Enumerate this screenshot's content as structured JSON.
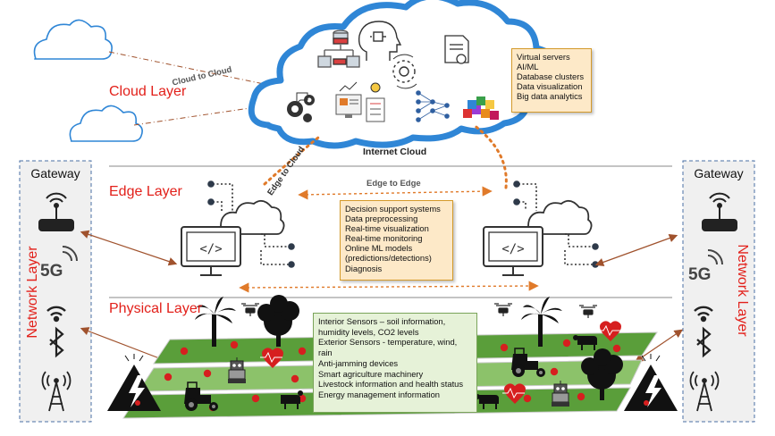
{
  "layers": {
    "cloud": "Cloud Layer",
    "edge": "Edge Layer",
    "physical": "Physical Layer",
    "network": "Network Layer"
  },
  "gateway": {
    "left_title": "Gateway",
    "right_title": "Gateway",
    "five_g": "5G"
  },
  "labels": {
    "cloud_to_cloud": "Cloud to Cloud",
    "edge_to_cloud": "Edge to Cloud",
    "edge_to_edge": "Edge to Edge",
    "internet_cloud": "Internet Cloud"
  },
  "cloud_services": [
    "Virtual servers",
    "AI/ML",
    "Database clusters",
    "Data visualization",
    "Big data analytics"
  ],
  "edge_services": [
    "Decision support systems",
    "Data preprocessing",
    "Real-time visualization",
    "Real-time monitoring",
    "Online ML models",
    "(predictions/detections)",
    "Diagnosis"
  ],
  "physical_items": [
    "Interior Sensors – soil information, humidity levels, CO2 levels",
    "Exterior Sensors - temperature, wind, rain",
    "Anti-jamming devices",
    "Smart agriculture machinery",
    "Livestock information and health status",
    "Energy management information"
  ],
  "colors": {
    "accent_red": "#e2201a",
    "cloud_blue": "#2f86d6",
    "orange_link": "#e07a2a",
    "note_fill": "#fde9c8",
    "field_green": "#5a9e3a"
  },
  "icons": [
    "cloud-icon",
    "database-icon",
    "ai-chip-head-icon",
    "gears-icon",
    "settings-chat-icon",
    "dashboard-icon",
    "certificate-icon",
    "neural-network-icon",
    "data-cubes-icon",
    "code-monitor-icon",
    "router-icon",
    "wifi-icon",
    "bluetooth-icon",
    "antenna-tower-icon",
    "palm-tree-icon",
    "tree-icon",
    "drone-icon",
    "cow-icon",
    "heart-health-icon",
    "tractor-icon",
    "robot-icon",
    "high-voltage-icon"
  ]
}
